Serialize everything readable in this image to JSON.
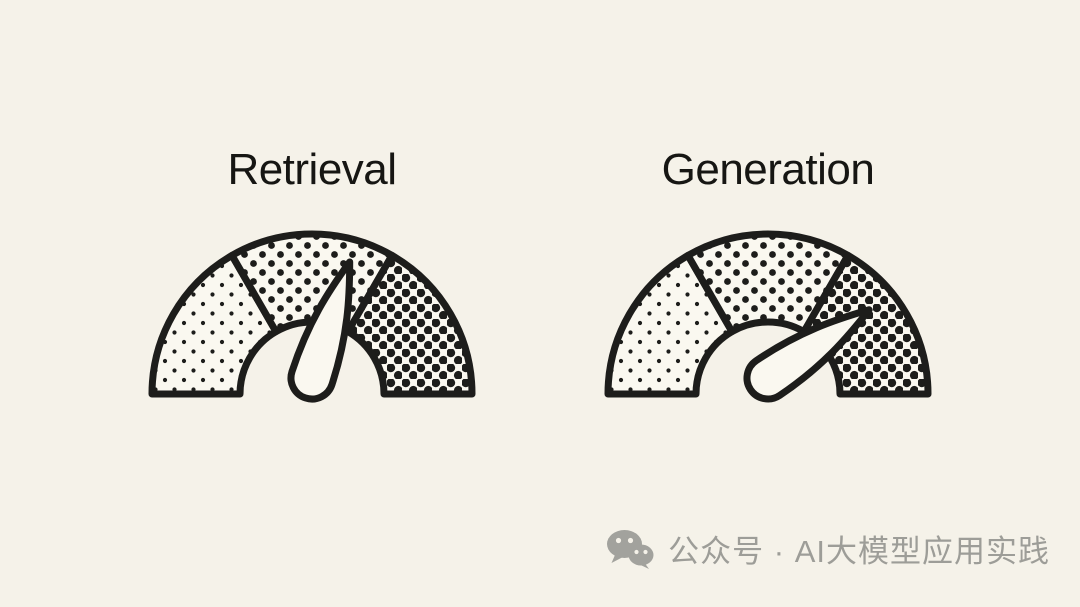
{
  "page": {
    "background_color": "#f5f2e9",
    "ink_color": "#1d1d1b",
    "segment_fill_color": "#faf8f0"
  },
  "gauges": [
    {
      "label": "Retrieval",
      "needle_angle_deg": 18,
      "segments": [
        "light-dots",
        "medium-dots",
        "dense-dots"
      ]
    },
    {
      "label": "Generation",
      "needle_angle_deg": 56,
      "segments": [
        "light-dots",
        "medium-dots",
        "dense-dots"
      ]
    }
  ],
  "watermark": {
    "icon": "wechat-icon",
    "text": "公众号 · AI大模型应用实践",
    "color": "#9d9d98"
  }
}
